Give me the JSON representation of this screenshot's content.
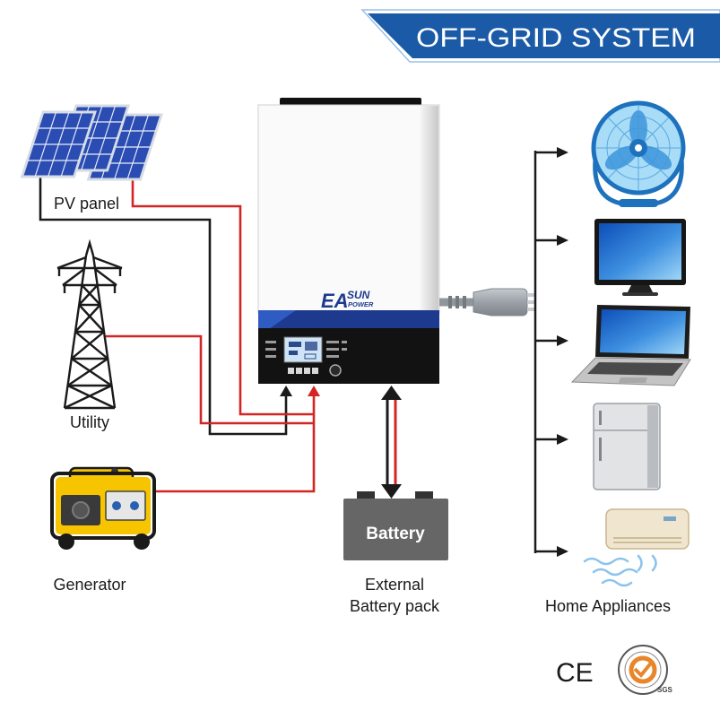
{
  "banner": {
    "title": "OFF-GRID SYSTEM"
  },
  "labels": {
    "pv_panel": "PV panel",
    "utility": "Utility",
    "generator": "Generator",
    "battery": "Battery",
    "external_battery": [
      "External",
      "Battery pack"
    ],
    "home_appliances": "Home Appliances"
  },
  "inverter_logo": {
    "ea": "EA",
    "sun": "SUN",
    "power": "POWER"
  },
  "certifications": {
    "ce": "CE",
    "sgs": "SGS"
  },
  "icons": [
    "solar-panel-icon",
    "utility-tower-icon",
    "generator-icon",
    "inverter-icon",
    "power-plug-icon",
    "battery-icon",
    "fan-icon",
    "tv-icon",
    "laptop-icon",
    "refrigerator-icon",
    "air-conditioner-icon"
  ],
  "colors": {
    "banner": "#1b5aa6",
    "red_wire": "#d42525",
    "black_wire": "#1a1a1a",
    "inverter_stripe": "#1d3a8f",
    "battery": "#666666"
  }
}
